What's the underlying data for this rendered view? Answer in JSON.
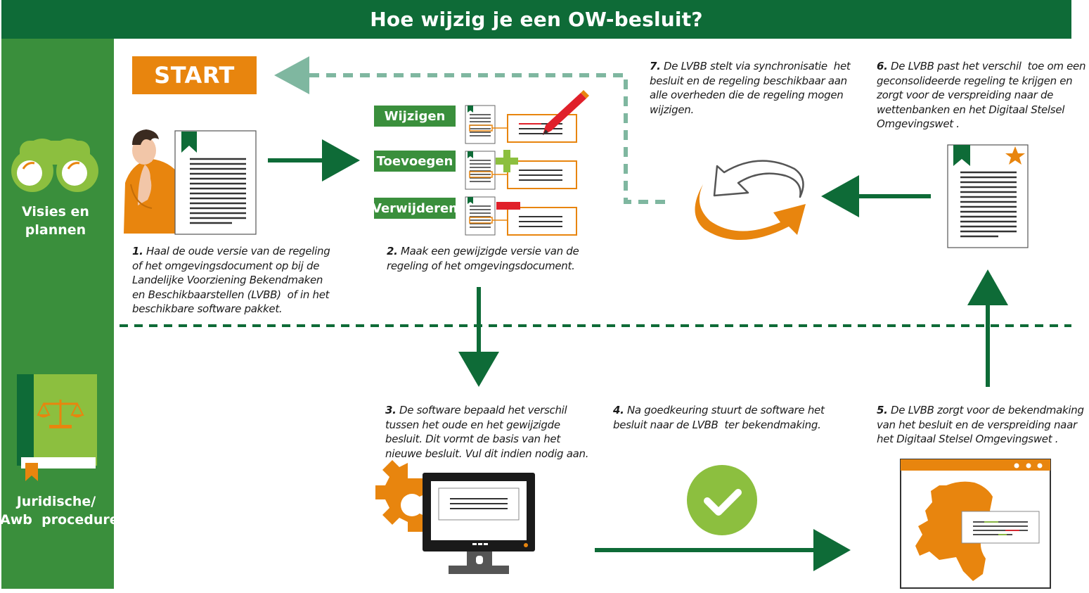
{
  "header": {
    "title": "Hoe wijzig je een OW-besluit?"
  },
  "sidebar": {
    "top_label_line1": "Visies en",
    "top_label_line2": "plannen",
    "bottom_label_line1": "Juridische/",
    "bottom_label_line2": "Awb  procedure"
  },
  "start_label": "START",
  "actions": {
    "edit": "Wijzigen",
    "add": "Toevoegen",
    "remove": "Verwijderen"
  },
  "steps": [
    {
      "num": "1.",
      "lines": [
        "Haal de oude versie van de regeling",
        "of het omgevingsdocument op bij de",
        "Landelijke Voorziening Bekendmaken",
        "en Beschikbaarstellen (LVBB)  of in het",
        "beschikbare software pakket."
      ]
    },
    {
      "num": "2.",
      "lines": [
        "Maak een gewijzigde versie van de",
        "regeling of het omgevingsdocument."
      ]
    },
    {
      "num": "3.",
      "lines": [
        "De software bepaald het verschil",
        "tussen het oude en het gewijzigde",
        "besluit. Dit vormt de basis van het",
        "nieuwe besluit. Vul dit indien nodig aan."
      ]
    },
    {
      "num": "4.",
      "lines": [
        "Na goedkeuring stuurt de software het",
        "besluit naar de LVBB  ter bekendmaking."
      ]
    },
    {
      "num": "5.",
      "lines": [
        "De LVBB zorgt voor de bekendmaking",
        "van het besluit en de verspreiding naar",
        "het Digitaal Stelsel Omgevingswet ."
      ]
    },
    {
      "num": "6.",
      "lines": [
        "De LVBB past het verschil  toe om een",
        "geconsolideerde regeling te krijgen en",
        "zorgt voor de verspreiding naar de",
        "wettenbanken en het Digitaal Stelsel",
        "Omgevingswet ."
      ]
    },
    {
      "num": "7.",
      "lines": [
        "De LVBB stelt via synchronisatie  het",
        "besluit en de regeling beschikbaar aan",
        "alle overheden die de regeling mogen",
        "wijzigen."
      ]
    }
  ],
  "colors": {
    "dark_green": "#0e6b37",
    "mid_green": "#3a8f3c",
    "light_green": "#8cbf3f",
    "orange": "#e8850e",
    "faded_green": "#7fb7a0"
  },
  "icons": [
    "binoculars-icon",
    "law-book-icon",
    "person-thinking-icon",
    "document-icon",
    "pencil-icon",
    "plus-icon",
    "minus-icon",
    "sync-icon",
    "consolidated-document-icon",
    "computer-gear-icon",
    "checkmark-icon",
    "netherlands-map-browser-icon"
  ]
}
